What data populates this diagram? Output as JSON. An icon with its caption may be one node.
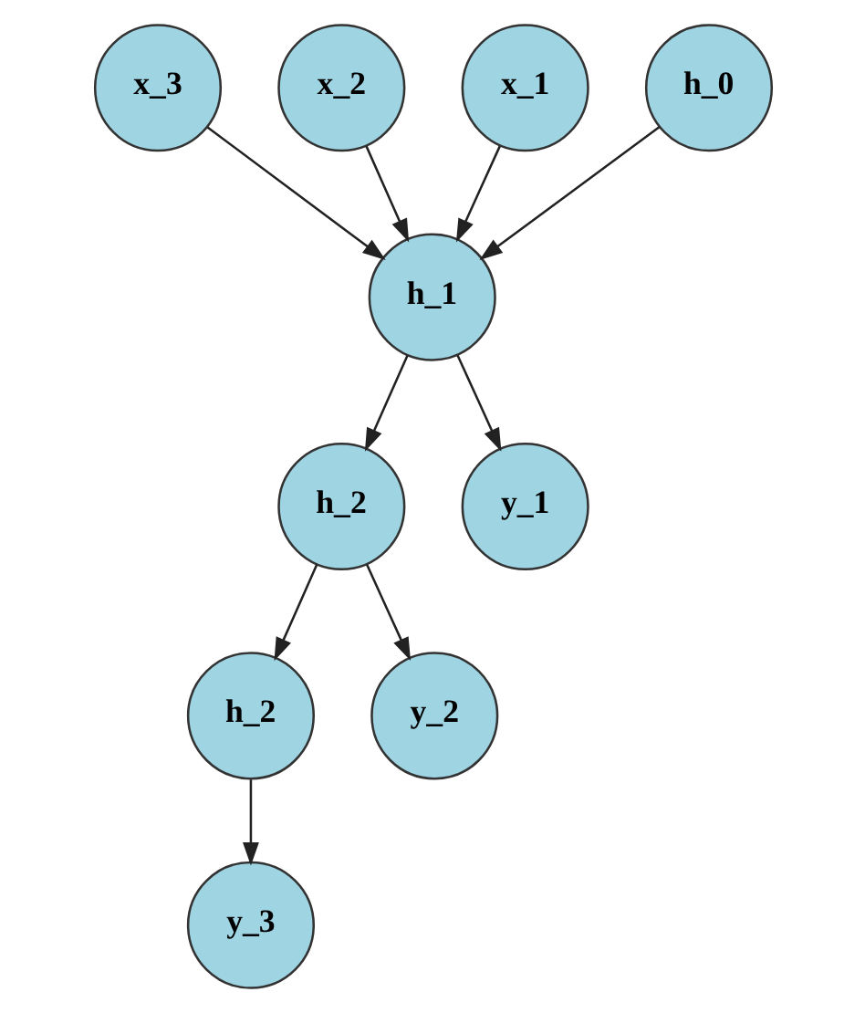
{
  "diagram": {
    "nodes": [
      {
        "text": [
          "x_3"
        ]
      },
      {
        "text": [
          "x_2"
        ]
      },
      {
        "text": [
          "x_1"
        ]
      },
      {
        "text": [
          "h_0"
        ]
      },
      {
        "text": [
          "h_1"
        ]
      },
      {
        "text": [
          "h_2"
        ]
      },
      {
        "text": [
          "h_2"
        ]
      },
      {
        "text": [
          "y_3"
        ]
      },
      {
        "text": [
          "y_2"
        ]
      },
      {
        "text": [
          "y_1"
        ]
      }
    ],
    "edges": [
      {
        "from": 0,
        "to": 4,
        "arrow": "to"
      },
      {
        "from": 1,
        "to": 4,
        "arrow": "to"
      },
      {
        "from": 2,
        "to": 4,
        "arrow": "to"
      },
      {
        "from": 3,
        "to": 4,
        "arrow": "to"
      },
      {
        "from": 4,
        "to": 5,
        "arrow": "to"
      },
      {
        "from": 4,
        "to": 9,
        "arrow": "to"
      },
      {
        "from": 5,
        "to": 6,
        "arrow": "to"
      },
      {
        "from": 5,
        "to": 8,
        "arrow": "to"
      },
      {
        "from": 6,
        "to": 7,
        "arrow": "to"
      }
    ]
  }
}
